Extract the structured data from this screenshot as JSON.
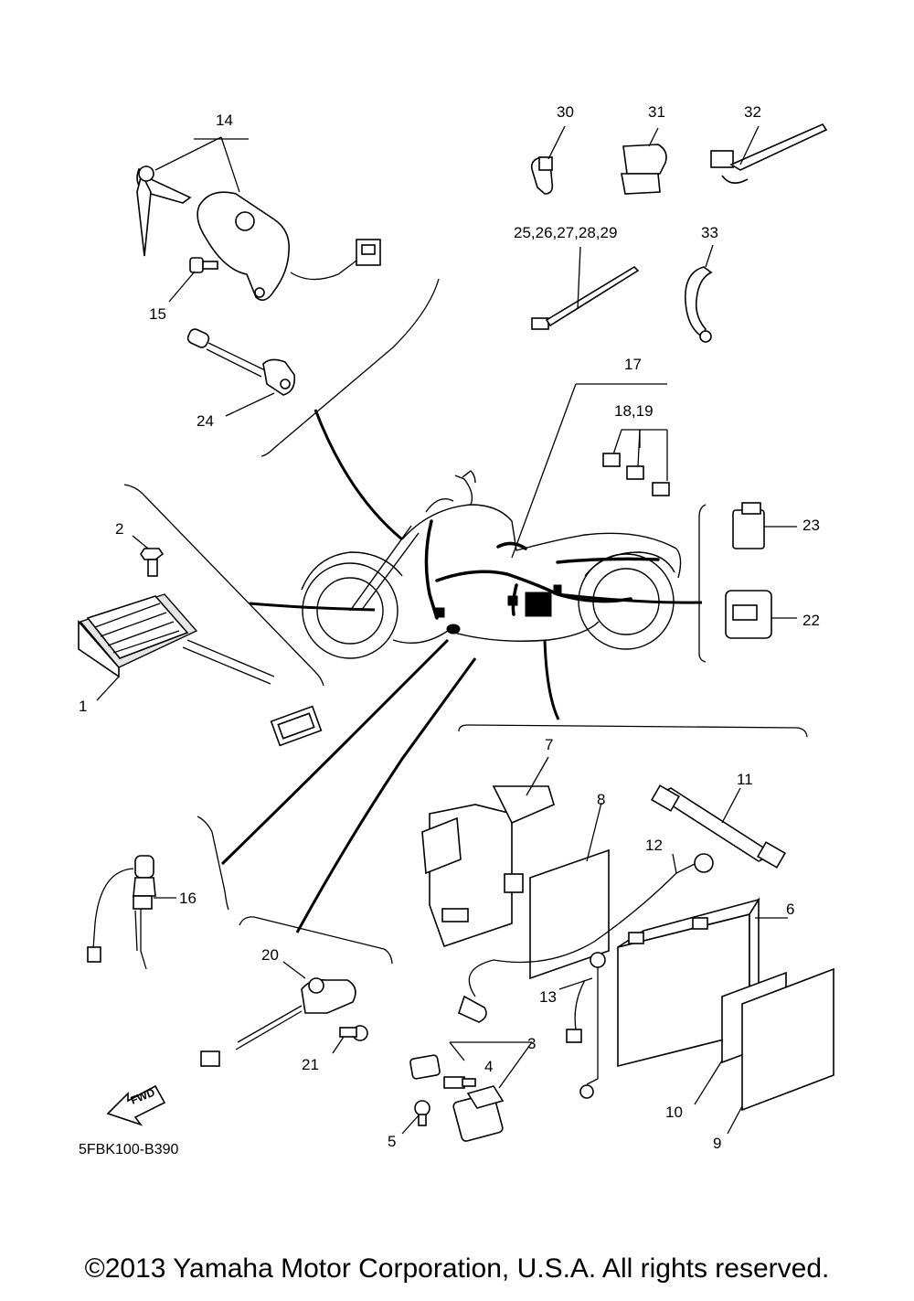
{
  "diagram_code": "5FBK100-B390",
  "fwd_label": "FWD",
  "copyright": "©2013 Yamaha Motor Corporation, U.S.A. All rights reserved.",
  "callouts": {
    "c1": "1",
    "c2": "2",
    "c3": "3",
    "c4": "4",
    "c5": "5",
    "c6": "6",
    "c7": "7",
    "c8": "8",
    "c9": "9",
    "c10": "10",
    "c11": "11",
    "c12": "12",
    "c13": "13",
    "c14": "14",
    "c15": "15",
    "c16": "16",
    "c17": "17",
    "c18_19": "18,19",
    "c20": "20",
    "c21": "21",
    "c22": "22",
    "c23": "23",
    "c24": "24",
    "c25_29": "25,26,27,28,29",
    "c30": "30",
    "c31": "31",
    "c32": "32",
    "c33": "33"
  }
}
